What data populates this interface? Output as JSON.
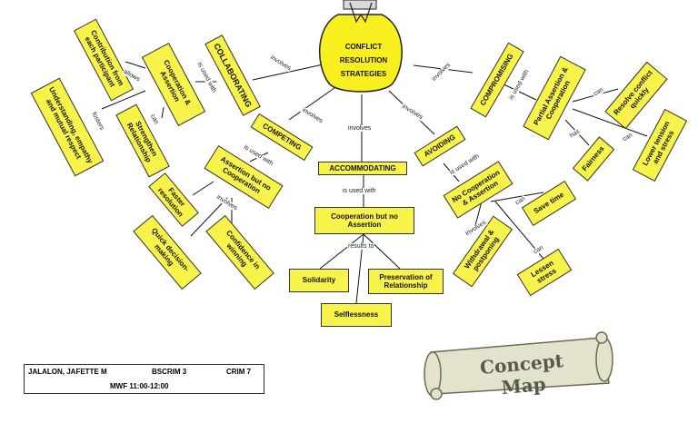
{
  "center": {
    "line1": "CONFLICT",
    "line2": "RESOLUTION",
    "line3": "STRATEGIES"
  },
  "strategies": {
    "collaborating": "COLLABORATING",
    "competing": "COMPETING",
    "accommodating": "ACCOMMODATING",
    "avoiding": "AVOIDING",
    "compromising": "COMPROMISING"
  },
  "collaborating_branch": {
    "definition": "Cooperation & Assertion",
    "contribution": "Contribution from each participant",
    "empathy": "Understanding, empathy and mutual respect",
    "relationship": "Strengthen Relationship"
  },
  "competing_branch": {
    "definition": "Assertion but no Cooperation",
    "faster": "Faster resolution",
    "quick": "Quick decision-making",
    "confidence": "Confidence in winning"
  },
  "accommodating_branch": {
    "definition": "Cooperation but no Assertion",
    "solidarity": "Solidarity",
    "preservation": "Preservation of Relationship",
    "selflessness": "Selflessness"
  },
  "avoiding_branch": {
    "definition": "No Cooperation & Assertion",
    "withdrawal": "Withdrawal & postponing",
    "save_time": "Save time",
    "lessen_stress": "Lessen stress"
  },
  "compromising_branch": {
    "definition": "Partial Assertion & Cooperation",
    "resolve": "Resolve conflict quickly",
    "fairness": "Fairness",
    "lower": "Lower tension and stress"
  },
  "links": {
    "involves": "involves",
    "is_used_with": "is used with",
    "allows": "allows",
    "fosters": "fosters",
    "can": "can",
    "results_to": "results to",
    "has": "has"
  },
  "footer": {
    "name": "JALALON, JAFETTE M",
    "program": "BSCRIM 3",
    "course": "CRIM 7",
    "schedule": "MWF 11:00-12:00"
  },
  "banner": {
    "title": "Concept Map"
  }
}
